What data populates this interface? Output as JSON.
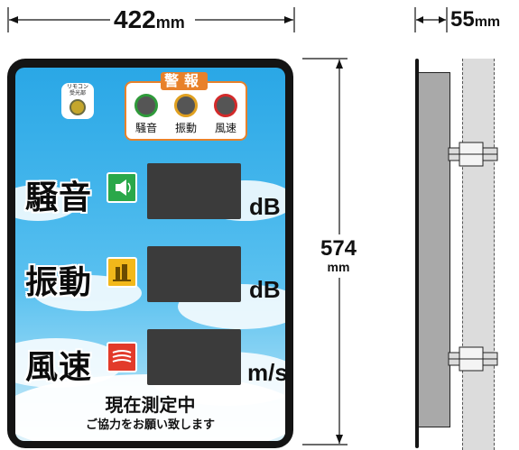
{
  "dimensions": {
    "width_value": "422",
    "width_unit": "mm",
    "height_value": "574",
    "height_unit": "mm",
    "depth_value": "55",
    "depth_unit": "mm"
  },
  "remote_receiver": {
    "label_line1": "リモコン",
    "label_line2": "受光部"
  },
  "alarm": {
    "title": "警報",
    "lamps": [
      {
        "label": "騒音",
        "color": "#2f9a3a"
      },
      {
        "label": "振動",
        "color": "#e0a020"
      },
      {
        "label": "風速",
        "color": "#d22a2a"
      }
    ]
  },
  "measurements": [
    {
      "label": "騒音",
      "unit": "dB",
      "icon": "speaker-icon",
      "icon_color": "#2aa84a"
    },
    {
      "label": "振動",
      "unit": "dB",
      "icon": "building-vibration-icon",
      "icon_color": "#f2b81a"
    },
    {
      "label": "風速",
      "unit": "m/s",
      "icon": "wind-icon",
      "icon_color": "#e23a2a"
    }
  ],
  "status": {
    "main": "現在測定中",
    "sub": "ご協力をお願い致します"
  }
}
